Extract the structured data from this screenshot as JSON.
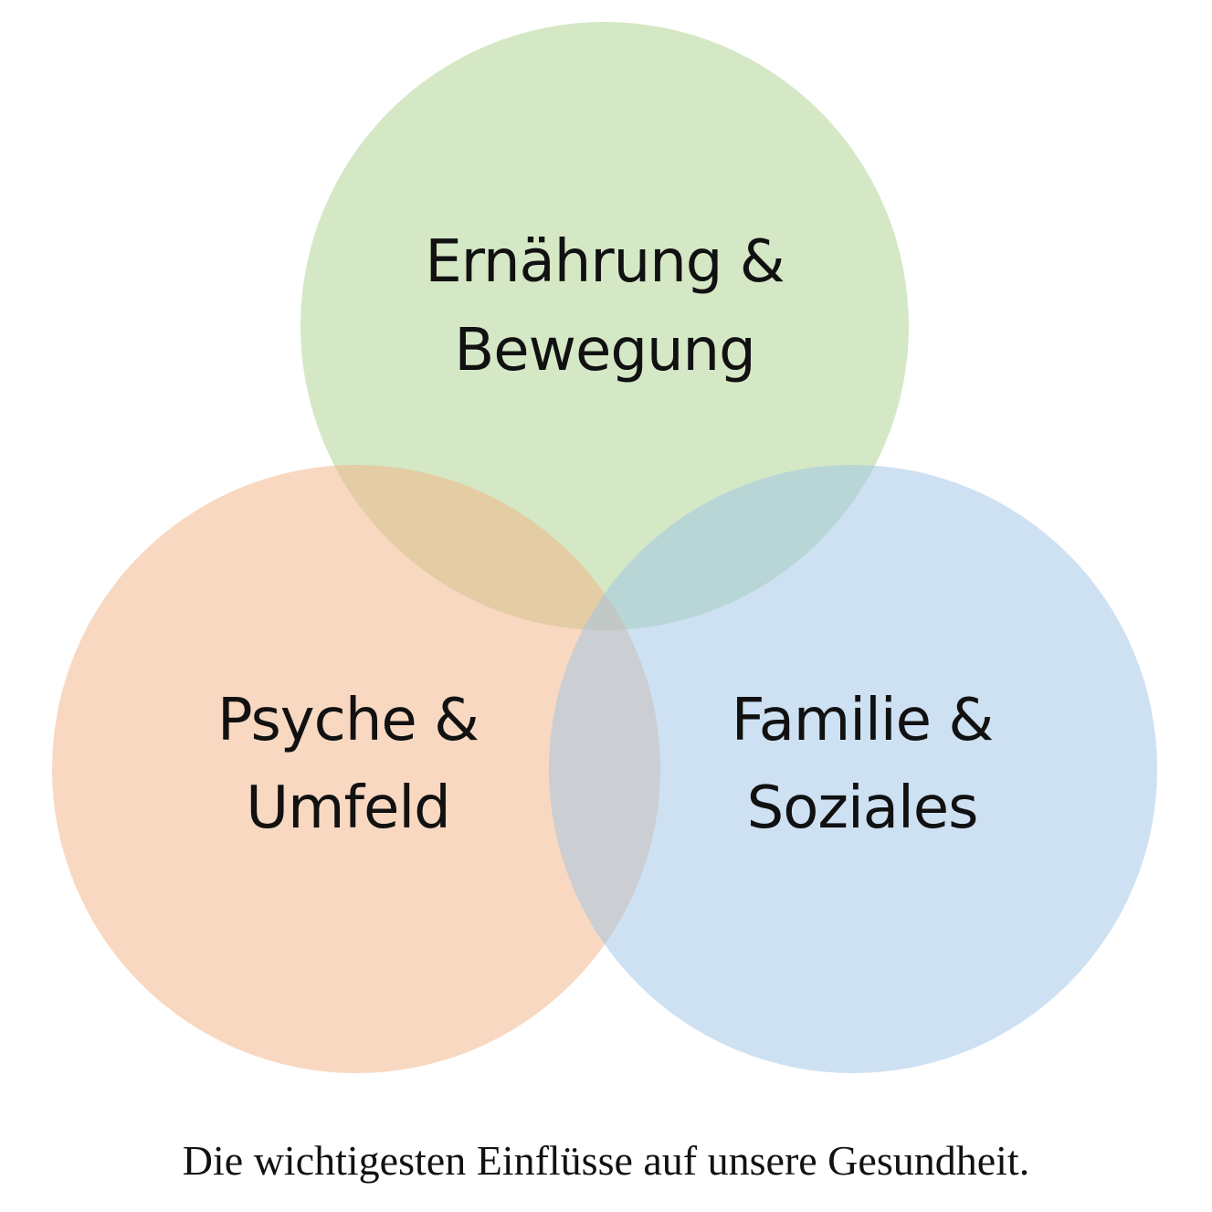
{
  "diagram": {
    "type": "venn",
    "sets": [
      {
        "id": "nutrition",
        "line1": "Ernährung &",
        "line2": "Bewegung",
        "color": "#a9d18e"
      },
      {
        "id": "psyche",
        "line1": "Psyche &",
        "line2": "Umfeld",
        "color": "#f4b183"
      },
      {
        "id": "family",
        "line1": "Familie &",
        "line2": "Soziales",
        "color": "#9dc3e6"
      }
    ],
    "caption": "Die wichtigesten Einflüsse auf unsere Gesundheit."
  }
}
